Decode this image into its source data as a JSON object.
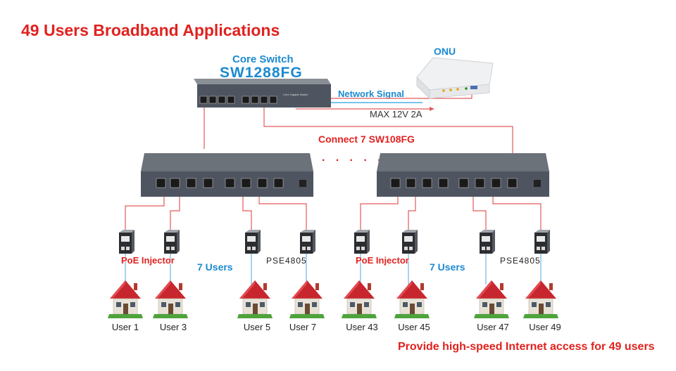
{
  "title": "49 Users Broadband Applications",
  "core_switch": {
    "label": "Core Switch",
    "model": "SW1288FG",
    "panel_text": "Core Gigabit Switch"
  },
  "onu": {
    "label": "ONU"
  },
  "network_signal": "Network Signal",
  "power_label": "MAX 12V 2A",
  "connect_label": "Connect 7 SW108FG",
  "dots": "· · · · · ·",
  "groups": [
    {
      "poe_label": "PoE Injector",
      "users_label": "7 Users",
      "pse_label": "PSE4805"
    },
    {
      "poe_label": "PoE Injector",
      "users_label": "7 Users",
      "pse_label": "PSE4805"
    }
  ],
  "users": [
    "User 1",
    "User 3",
    "User 5",
    "User 7",
    "User 43",
    "User 45",
    "User 47",
    "User 49"
  ],
  "footer": "Provide high-speed Internet access for 49 users",
  "colors": {
    "title_red": "#e0221f",
    "label_blue": "#1b8ad1",
    "switch_body": "#4f5560",
    "house_roof": "#c8262e"
  }
}
